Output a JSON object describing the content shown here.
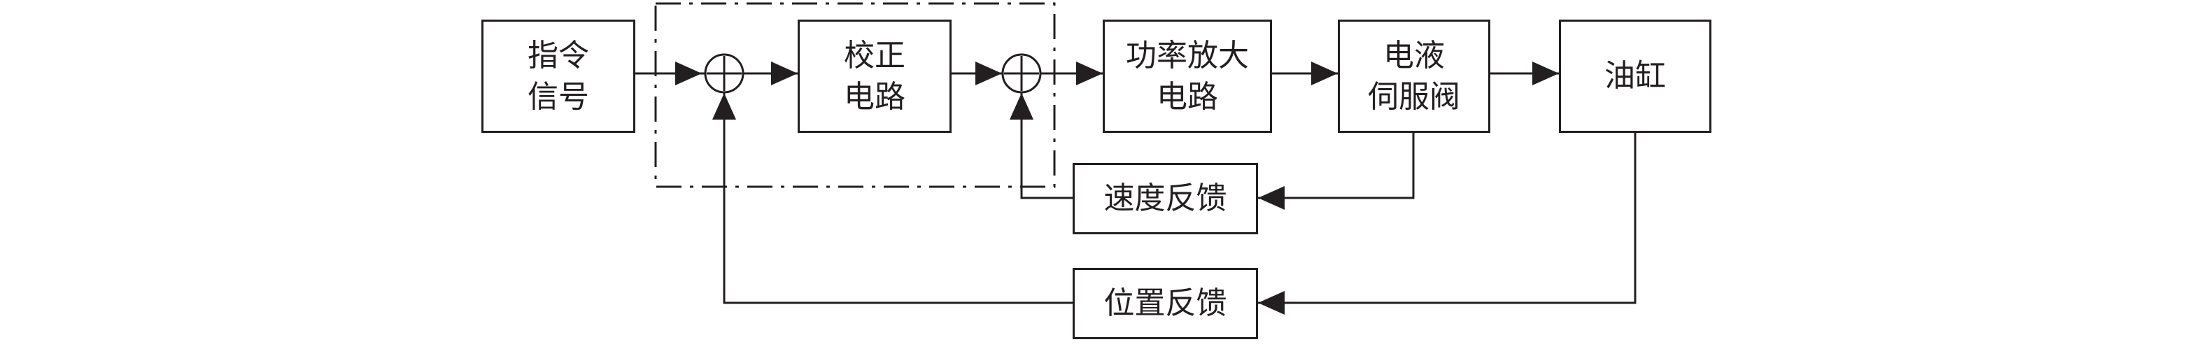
{
  "blocks": {
    "command_signal": "指令\n信号",
    "correction_circuit": "校正\n电路",
    "power_amp_circuit": "功率放大\n电路",
    "electro_hydraulic_servo_valve": "电液\n伺服阀",
    "hydraulic_cylinder": "油缸",
    "velocity_feedback": "速度反馈",
    "position_feedback": "位置反馈"
  },
  "colors": {
    "stroke": "#231f20",
    "background": "#ffffff"
  }
}
